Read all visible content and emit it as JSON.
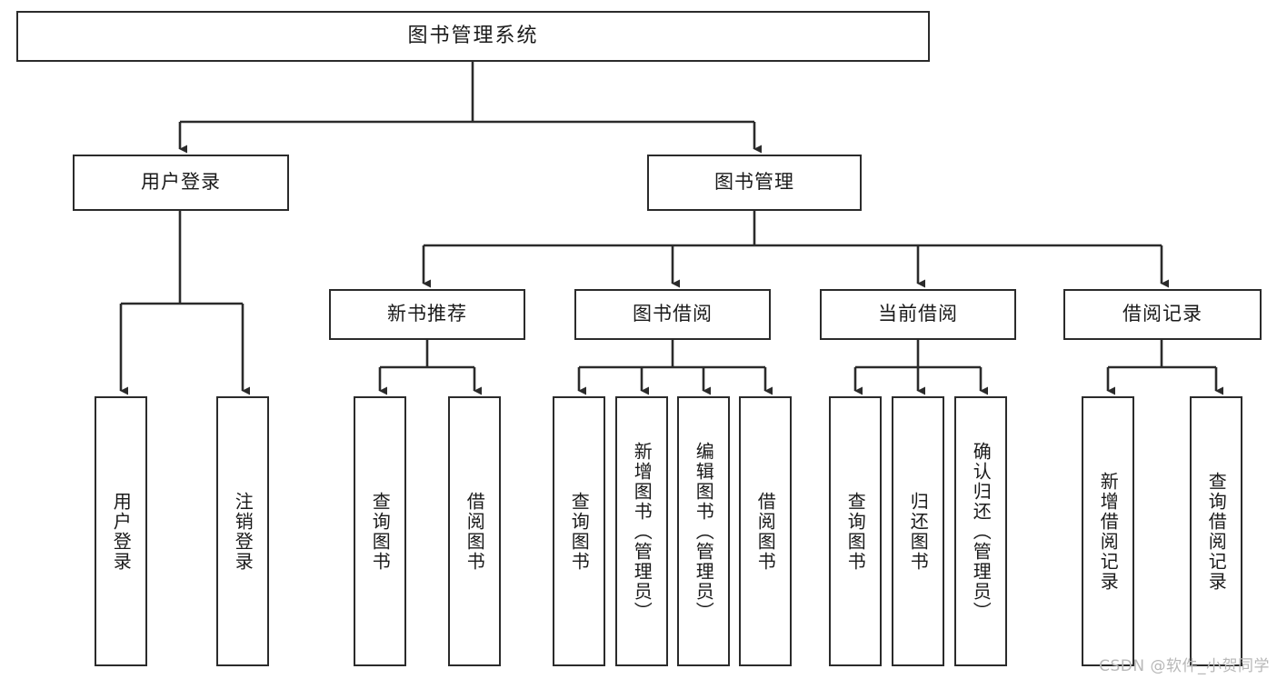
{
  "diagram": {
    "title": "图书管理系统",
    "type": "tree-hierarchy-chart",
    "root": {
      "label": "图书管理系统"
    },
    "level2": [
      {
        "id": "user-login",
        "label": "用户登录"
      },
      {
        "id": "book-manage",
        "label": "图书管理"
      }
    ],
    "level3": [
      {
        "id": "new-book-recommend",
        "label": "新书推荐"
      },
      {
        "id": "book-borrow",
        "label": "图书借阅"
      },
      {
        "id": "current-borrow",
        "label": "当前借阅"
      },
      {
        "id": "borrow-record",
        "label": "借阅记录"
      }
    ],
    "leaves": {
      "user_login": [
        {
          "id": "leaf-user-login",
          "label": "用户登录"
        },
        {
          "id": "leaf-logout-login",
          "label": "注销登录"
        }
      ],
      "new_book_recommend": [
        {
          "id": "leaf-query-book-1",
          "label": "查询图书"
        },
        {
          "id": "leaf-borrow-book-1",
          "label": "借阅图书"
        }
      ],
      "book_borrow": [
        {
          "id": "leaf-query-book-2",
          "label": "查询图书"
        },
        {
          "id": "leaf-add-book",
          "label": "新增图书（管理员）"
        },
        {
          "id": "leaf-edit-book",
          "label": "编辑图书（管理员）"
        },
        {
          "id": "leaf-borrow-book-2",
          "label": "借阅图书"
        }
      ],
      "current_borrow": [
        {
          "id": "leaf-query-book-3",
          "label": "查询图书"
        },
        {
          "id": "leaf-return-book",
          "label": "归还图书"
        },
        {
          "id": "leaf-confirm-return",
          "label": "确认归还（管理员）"
        }
      ],
      "borrow_record": [
        {
          "id": "leaf-add-record",
          "label": "新增借阅记录"
        },
        {
          "id": "leaf-query-record",
          "label": "查询借阅记录"
        }
      ]
    },
    "colors": {
      "stroke": "#2b2b2b",
      "fill": "#ffffff",
      "text": "#1a1a1a",
      "watermark": "#b8b8b8"
    }
  },
  "watermark": {
    "text": "CSDN @软件_小贺同学"
  }
}
